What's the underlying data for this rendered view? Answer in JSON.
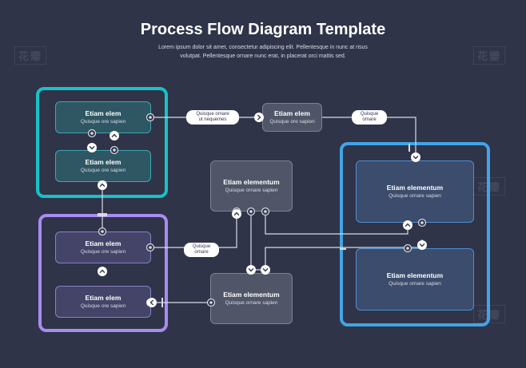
{
  "header": {
    "title": "Process Flow Diagram Template",
    "subtitle_lines": [
      "Lorem ipsum dolor sit amet, consectetur adipiscing elit. Pellentesque in nunc at risus",
      "volutpat. Pellentesque ornare nunc erat, in placerat orci mattis sed."
    ]
  },
  "watermark": "花瓣",
  "colors": {
    "background": "#2f3449",
    "teal": "#17c2c8",
    "purple": "#a88cf0",
    "blue": "#41a4e8",
    "connector": "#d8dbe6"
  },
  "groups": [
    {
      "color": "teal",
      "steps": [
        {
          "title": "Etiam elem",
          "sub": "Quisque ore sapien"
        },
        {
          "title": "Etiam elem",
          "sub": "Quisque ore sapien"
        }
      ]
    },
    {
      "color": "purple",
      "steps": [
        {
          "title": "Etiam elem",
          "sub": "Quisque ore sapien"
        },
        {
          "title": "Etiam elem",
          "sub": "Quisque ore sapien"
        }
      ]
    },
    {
      "color": "blue",
      "steps": [
        {
          "title": "Etiam elementum",
          "sub": "Quisque ornare sapien"
        },
        {
          "title": "Etiam elementum",
          "sub": "Quisque ornare sapien"
        }
      ]
    }
  ],
  "standalone": [
    {
      "title": "Etiam elem",
      "sub": "Quisque ore sapien"
    },
    {
      "title": "Etiam elementum",
      "sub": "Quisque ornare sapien"
    },
    {
      "title": "Etiam elementum",
      "sub": "Quisque ornare sapien"
    }
  ],
  "labels": [
    {
      "lines": [
        "Quisque ornare",
        "ut nequemes"
      ]
    },
    {
      "lines": [
        "Quisque",
        "ornare"
      ]
    },
    {
      "lines": [
        "Quisque",
        "ornare"
      ]
    }
  ],
  "icons": {
    "connector": "connector-dot-icon",
    "up": "chevron-up-icon",
    "down": "chevron-down-icon",
    "right": "chevron-right-icon",
    "left": "chevron-left-icon"
  }
}
